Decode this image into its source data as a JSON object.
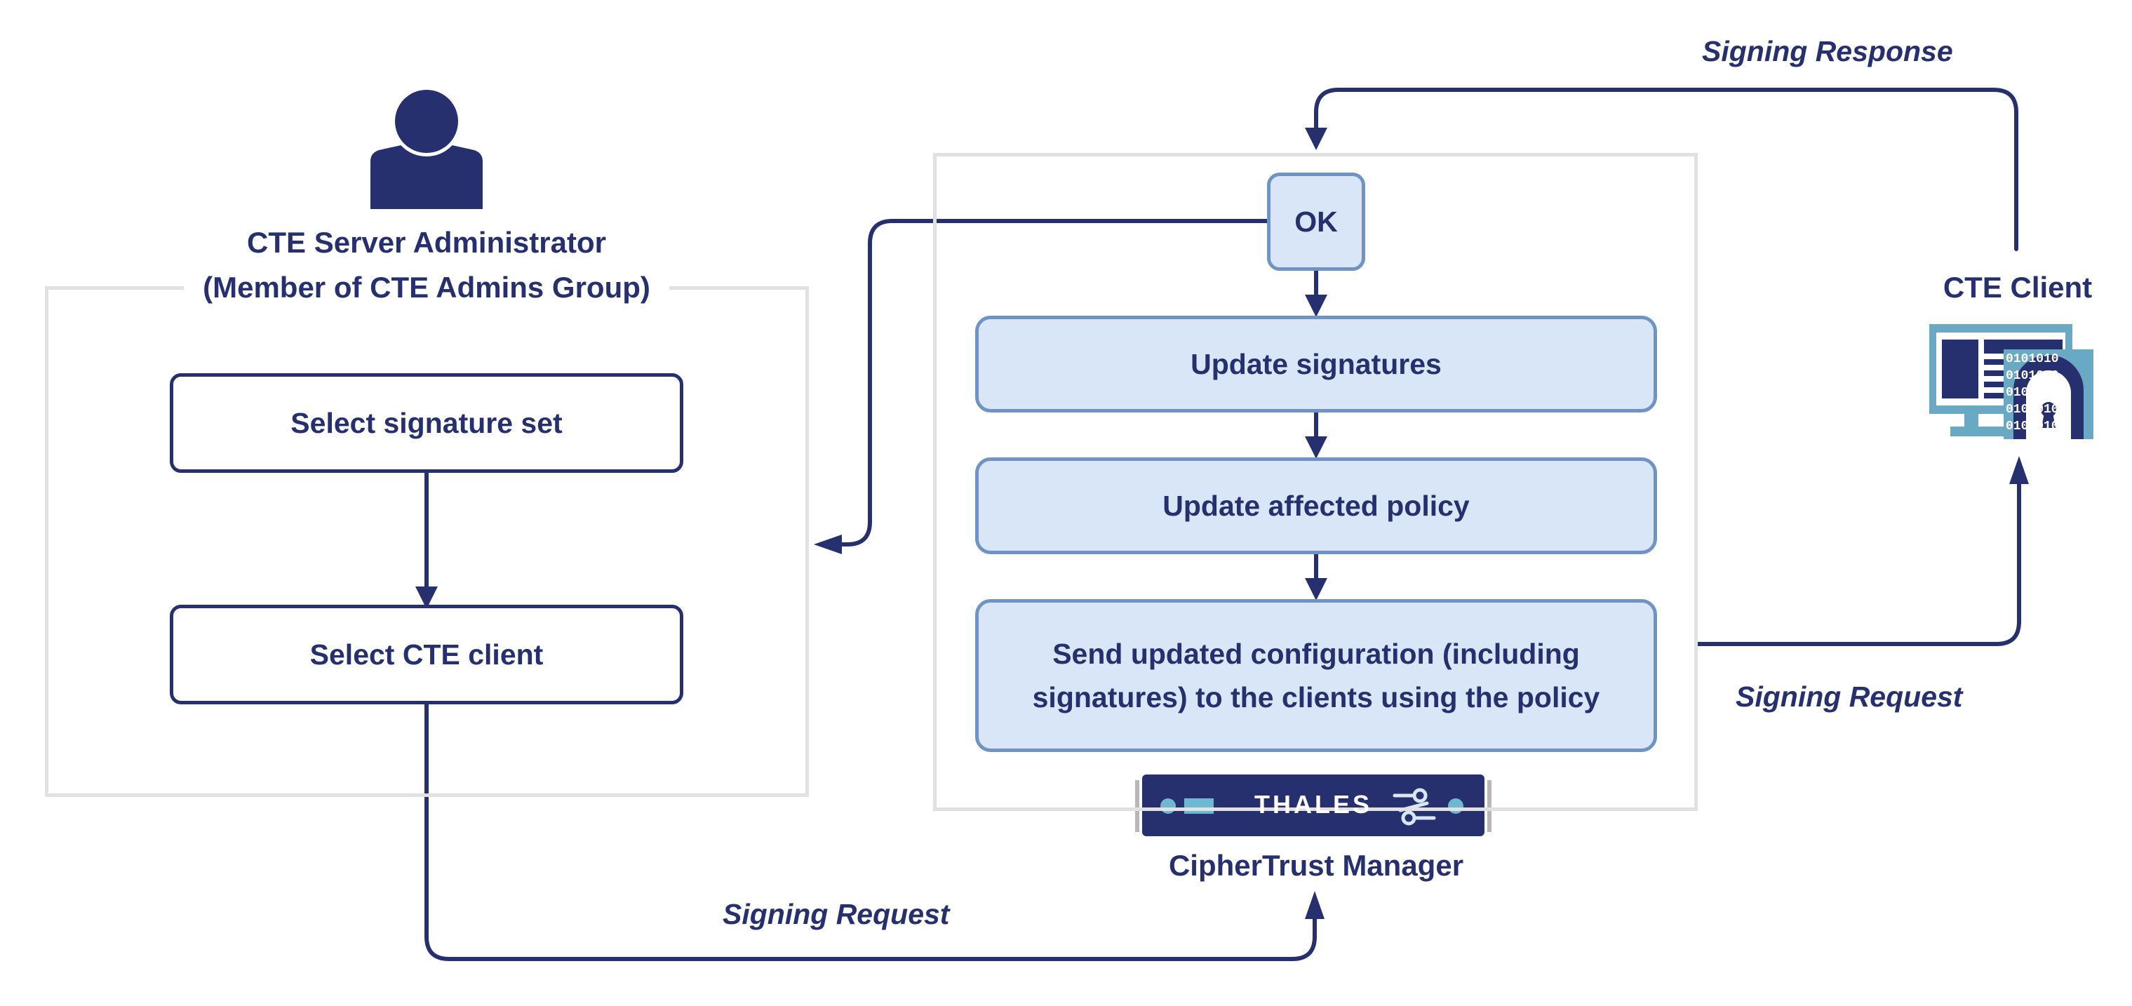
{
  "admin": {
    "title": "CTE Server Administrator",
    "subtitle": "(Member of CTE Admins Group)",
    "steps": [
      "Select signature set",
      "Select CTE client"
    ]
  },
  "manager": {
    "ok_label": "OK",
    "steps": [
      "Update signatures",
      "Update affected policy",
      "Send updated configuration (including signatures) to the clients using the policy"
    ],
    "appliance_brand": "THALES",
    "name": "CipherTrust Manager"
  },
  "client": {
    "name": "CTE Client",
    "icon": "client-lock-icon",
    "binary_pattern": "0101010"
  },
  "flows": {
    "signing_response": "Signing Response",
    "signing_request_client": "Signing Request",
    "signing_request_manager": "Signing Request"
  },
  "colors": {
    "navy": "#27306f",
    "box_fill": "#d8e6f7",
    "box_border": "#6f94c4",
    "group_border": "#e1e1e1",
    "client_teal": "#6aa9c3"
  }
}
